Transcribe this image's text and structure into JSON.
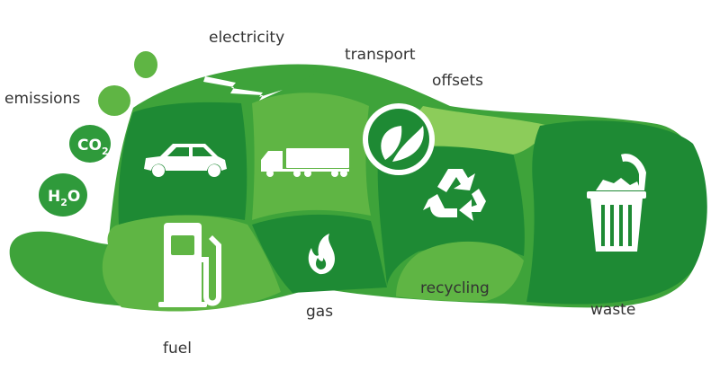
{
  "labels": {
    "emissions": "emissions",
    "electricity": "electricity",
    "transport": "transport",
    "offsets": "offsets",
    "fuel": "fuel",
    "gas": "gas",
    "recycling": "recycling",
    "waste": "waste"
  },
  "molecules": {
    "co2_main": "CO",
    "co2_sub": "2",
    "h2o_h": "H",
    "h2o_sub": "2",
    "h2o_o": "O"
  },
  "icons": [
    "lightning-icon",
    "car-icon",
    "truck-icon",
    "leaf-icon",
    "recycle-icon",
    "fuel-pump-icon",
    "flame-icon",
    "trash-can-icon"
  ],
  "colors": {
    "dark_green": "#1e8a34",
    "medium_green": "#3ea33a",
    "light_green": "#5fb544",
    "pale_green": "#8ccc5a",
    "label_text": "#333333"
  }
}
